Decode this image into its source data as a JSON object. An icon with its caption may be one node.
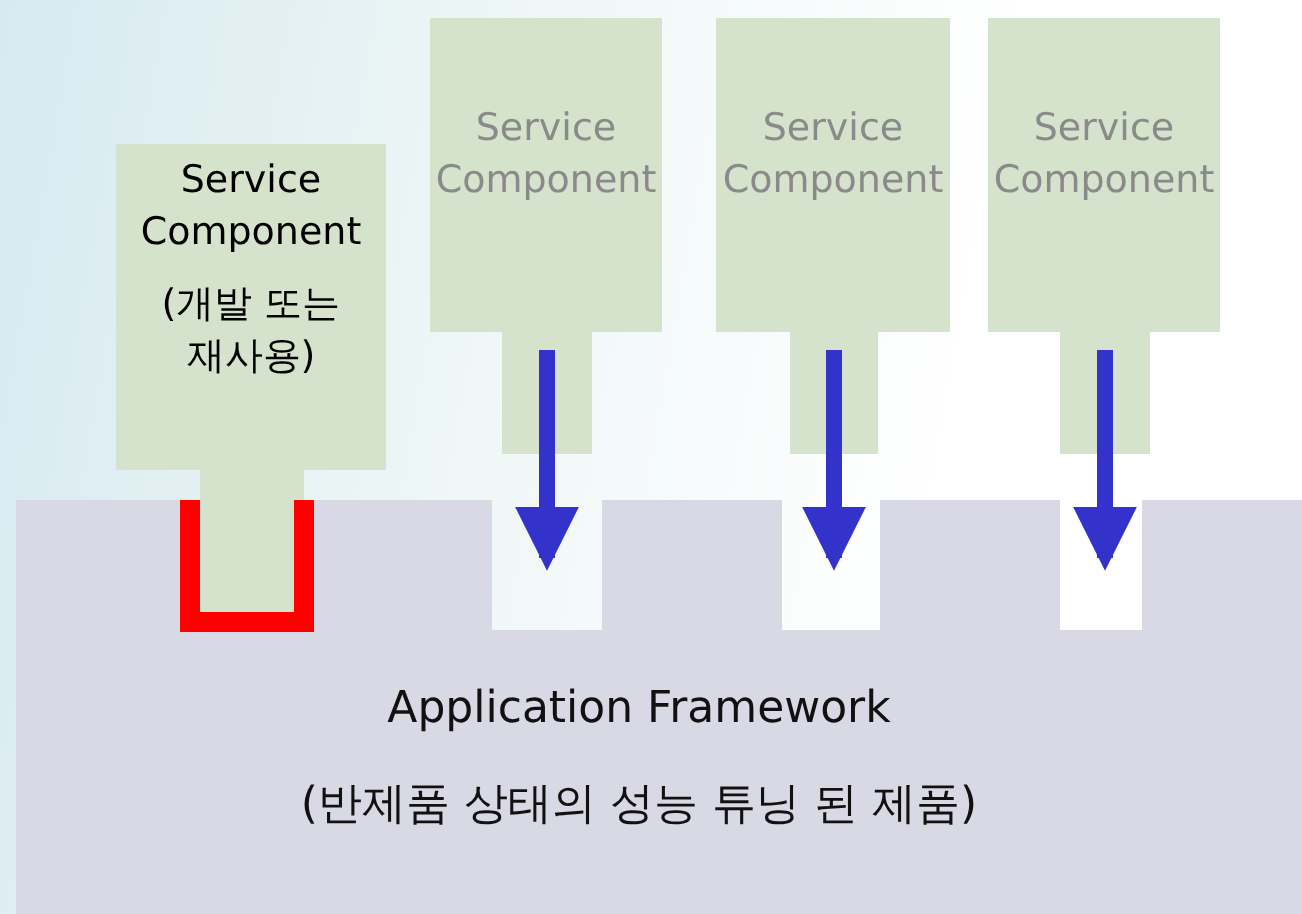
{
  "diagram": {
    "nodes": [
      {
        "text": [
          "Service Component",
          "(개발 또는 재사용)"
        ]
      },
      {
        "text": [
          "Service Component"
        ]
      },
      {
        "text": [
          "Service Component"
        ]
      },
      {
        "text": [
          "Service Component"
        ]
      },
      {
        "text": [
          "Application Framework",
          "(반제품 상태의 성능 튜닝 된 제품)"
        ]
      }
    ],
    "edges": [
      {
        "from": 1,
        "to": 4,
        "arrow": "to"
      },
      {
        "from": 2,
        "to": 4,
        "arrow": "to"
      },
      {
        "from": 3,
        "to": 4,
        "arrow": "to"
      }
    ]
  }
}
